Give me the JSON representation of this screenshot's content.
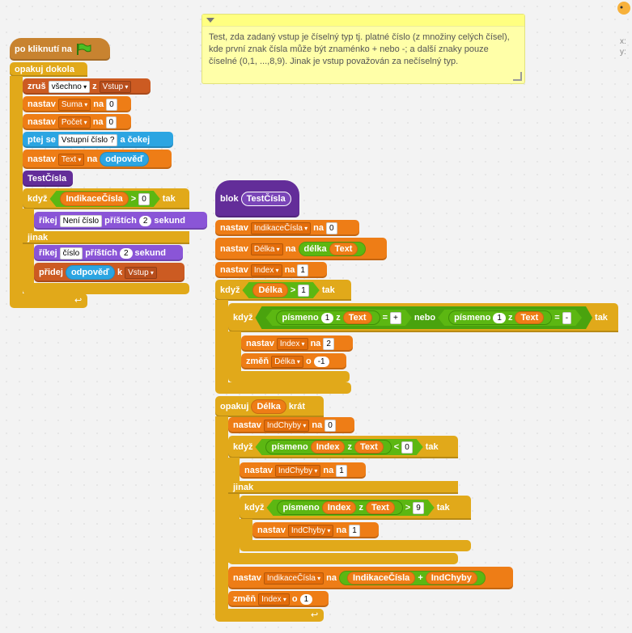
{
  "comment": {
    "text": "Test,  zda zadaný vstup je číselný typ tj. platné číslo (z množiny celých čísel),  kde první znak čísla může být znaménko + nebo -; a další znaky pouze číselné (0,1, ...,8,9). Jinak je vstup považován za nečíselný typ."
  },
  "stage": {
    "x_label": "x:",
    "y_label": "y:"
  },
  "script1": {
    "hat": "po kliknutí na",
    "forever": "opakuj dokola",
    "delete": {
      "label": "zruš",
      "item": "všechno",
      "of": "z",
      "list": "Vstup"
    },
    "set_suma": {
      "label": "nastav",
      "var": "Suma",
      "to": "na",
      "value": "0"
    },
    "set_pocet": {
      "label": "nastav",
      "var": "Počet",
      "to": "na",
      "value": "0"
    },
    "ask": {
      "label": "ptej se",
      "question": "Vstupní číslo ?",
      "wait": "a čekej"
    },
    "set_text": {
      "label": "nastav",
      "var": "Text",
      "to": "na",
      "value": "odpověď"
    },
    "call": "TestČísla",
    "if": {
      "label": "když",
      "var": "IndikaceČísla",
      "op": ">",
      "value": "0",
      "then": "tak"
    },
    "say1": {
      "label": "říkej",
      "text": "Není číslo",
      "for": "příštích",
      "secs": "2",
      "unit": "sekund"
    },
    "else": "jinak",
    "say2": {
      "label": "říkej",
      "text": "číslo",
      "for": "příštích",
      "secs": "2",
      "unit": "sekund"
    },
    "add": {
      "label": "přidej",
      "value": "odpověď",
      "to": "k",
      "list": "Vstup"
    }
  },
  "script2": {
    "define": "blok",
    "define_name": "TestČísla",
    "set_ind": {
      "label": "nastav",
      "var": "IndikaceČísla",
      "to": "na",
      "value": "0"
    },
    "set_delka": {
      "label": "nastav",
      "var": "Délka",
      "to": "na",
      "fn": "délka",
      "arg": "Text"
    },
    "set_index": {
      "label": "nastav",
      "var": "Index",
      "to": "na",
      "value": "1"
    },
    "if1": {
      "label": "když",
      "var": "Délka",
      "op": ">",
      "value": "1",
      "then": "tak"
    },
    "if2": {
      "label": "když",
      "fn": "písmeno",
      "n1": "1",
      "z": "z",
      "arg": "Text",
      "eq": "=",
      "plus": "+",
      "or": "nebo",
      "n2": "1",
      "minus": "-",
      "then": "tak"
    },
    "set_index2": {
      "label": "nastav",
      "var": "Index",
      "to": "na",
      "value": "2"
    },
    "change_delka": {
      "label": "změň",
      "var": "Délka",
      "by": "o",
      "value": "-1"
    },
    "repeat": {
      "label": "opakuj",
      "var": "Délka",
      "times": "krát"
    },
    "set_indch": {
      "label": "nastav",
      "var": "IndChyby",
      "to": "na",
      "value": "0"
    },
    "if3": {
      "label": "když",
      "fn": "písmeno",
      "idx": "Index",
      "z": "z",
      "arg": "Text",
      "op": "<",
      "value": "0",
      "then": "tak"
    },
    "set_indch1": {
      "label": "nastav",
      "var": "IndChyby",
      "to": "na",
      "value": "1"
    },
    "else": "jinak",
    "if4": {
      "label": "když",
      "fn": "písmeno",
      "idx": "Index",
      "z": "z",
      "arg": "Text",
      "op": ">",
      "value": "9",
      "then": "tak"
    },
    "set_indch2": {
      "label": "nastav",
      "var": "IndChyby",
      "to": "na",
      "value": "1"
    },
    "set_ind2": {
      "label": "nastav",
      "var": "IndikaceČísla",
      "to": "na",
      "a": "IndikaceČísla",
      "plus": "+",
      "b": "IndChyby"
    },
    "change_index": {
      "label": "změň",
      "var": "Index",
      "by": "o",
      "value": "1"
    }
  }
}
